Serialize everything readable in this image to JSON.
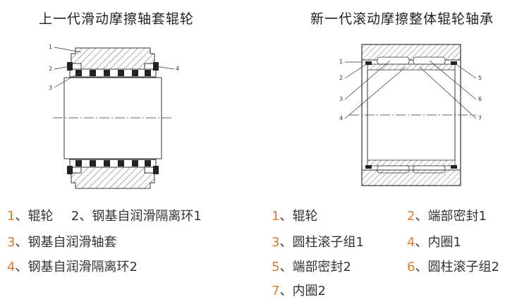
{
  "titles": {
    "left": "上一代滑动摩擦轴套辊轮",
    "right": "新一代滚动摩擦整体辊轮轴承"
  },
  "left_callouts": [
    "1",
    "2",
    "3",
    "4"
  ],
  "right_callouts_left": [
    "1",
    "2",
    "3",
    "4"
  ],
  "right_callouts_right": [
    "5",
    "6",
    "7"
  ],
  "left_legend": [
    {
      "num": "1",
      "sep": "、",
      "text": "辊轮"
    },
    {
      "num": "2",
      "sep": "、",
      "text": "钢基自润滑隔离环1"
    },
    {
      "num": "3",
      "sep": "、",
      "text": "钢基自润滑轴套"
    },
    {
      "num": "4",
      "sep": "、",
      "text": "钢基自润滑隔离环2"
    }
  ],
  "right_legend": [
    {
      "num": "1",
      "sep": "、",
      "text": "辊轮"
    },
    {
      "num": "2",
      "sep": "、",
      "text": "端部密封1"
    },
    {
      "num": "3",
      "sep": "、",
      "text": "圆柱滚子组1"
    },
    {
      "num": "4",
      "sep": "、",
      "text": "内圈1"
    },
    {
      "num": "5",
      "sep": "、",
      "text": "端部密封2"
    },
    {
      "num": "6",
      "sep": "、",
      "text": "圆柱滚子组2"
    },
    {
      "num": "7",
      "sep": "、",
      "text": "内圈2"
    }
  ],
  "colors": {
    "number": "#e07a2e",
    "text": "#333333",
    "line": "#333333"
  }
}
